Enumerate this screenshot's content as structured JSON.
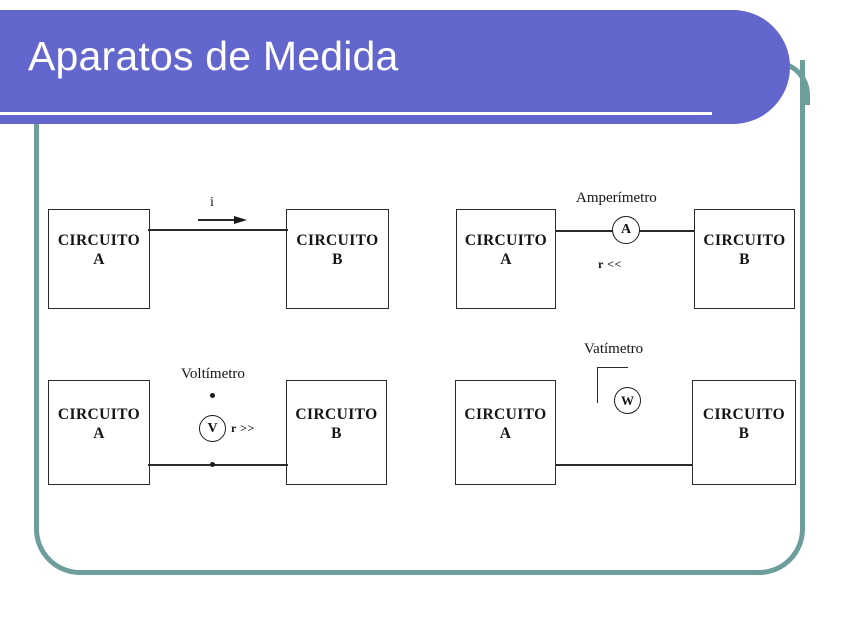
{
  "slide": {
    "title": "Aparatos de Medida",
    "accent_purple": "#6366cc",
    "accent_teal": "#6d9e9b",
    "background": "#ffffff"
  },
  "diagrams": [
    {
      "id": "current-series-connection",
      "position": "top-left",
      "left_box": {
        "line1": "CIRCUITO",
        "line2": "A"
      },
      "right_box": {
        "line1": "CIRCUITO",
        "line2": "B"
      },
      "current_label": "i",
      "meter": null,
      "resistance_note": null
    },
    {
      "id": "ammeter-series-connection",
      "position": "top-right",
      "left_box": {
        "line1": "CIRCUITO",
        "line2": "A"
      },
      "right_box": {
        "line1": "CIRCUITO",
        "line2": "B"
      },
      "current_label": null,
      "meter": {
        "name": "Amperímetro",
        "symbol": "A"
      },
      "resistance_note": "r <<"
    },
    {
      "id": "voltmeter-parallel-connection",
      "position": "bottom-left",
      "left_box": {
        "line1": "CIRCUITO",
        "line2": "A"
      },
      "right_box": {
        "line1": "CIRCUITO",
        "line2": "B"
      },
      "current_label": null,
      "meter": {
        "name": "Voltímetro",
        "symbol": "V"
      },
      "resistance_note": "r >>"
    },
    {
      "id": "wattmeter-connection",
      "position": "bottom-right",
      "left_box": {
        "line1": "CIRCUITO",
        "line2": "A"
      },
      "right_box": {
        "line1": "CIRCUITO",
        "line2": "B"
      },
      "current_label": null,
      "meter": {
        "name": "Vatímetro",
        "symbol": "W"
      },
      "resistance_note": null
    }
  ]
}
